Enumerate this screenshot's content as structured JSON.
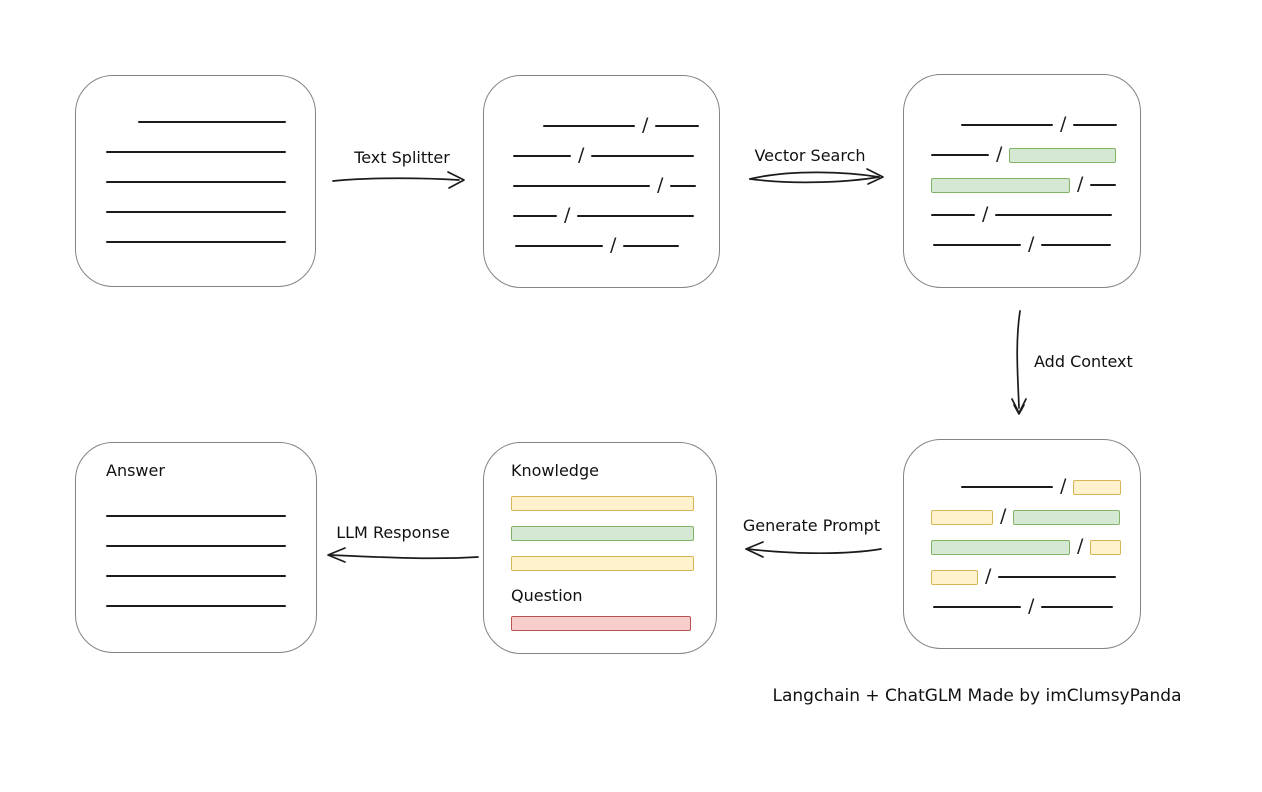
{
  "caption": "Langchain + ChatGLM Made by imClumsyPanda",
  "separator": "/",
  "labels": {
    "text_splitter": "Text Splitter",
    "vector_search": "Vector Search",
    "add_context": "Add Context",
    "generate_prompt": "Generate Prompt",
    "llm_response": "LLM Response",
    "knowledge": "Knowledge",
    "question": "Question",
    "answer": "Answer"
  },
  "colors": {
    "ink": "#1b1b1b",
    "box_border": "#848484",
    "highlight_green_fill": "#d5e8d4",
    "highlight_green_border": "#82b366",
    "highlight_yellow_fill": "#fff2cc",
    "highlight_yellow_border": "#d6b656",
    "highlight_red_fill": "#f8cecc",
    "highlight_red_border": "#b85450"
  },
  "boxes": {
    "document": {
      "rows": [
        {
          "indent": 32,
          "segments": [
            {
              "kind": "line",
              "w": 148
            }
          ]
        },
        {
          "indent": 0,
          "segments": [
            {
              "kind": "line",
              "w": 180
            }
          ]
        },
        {
          "indent": 0,
          "segments": [
            {
              "kind": "line",
              "w": 180
            }
          ]
        },
        {
          "indent": 0,
          "segments": [
            {
              "kind": "line",
              "w": 180
            }
          ]
        },
        {
          "indent": 0,
          "segments": [
            {
              "kind": "line",
              "w": 180
            }
          ]
        }
      ]
    },
    "chunks": {
      "rows": [
        {
          "indent": 30,
          "segments": [
            {
              "kind": "line",
              "w": 92
            },
            {
              "kind": "line",
              "w": 44
            }
          ]
        },
        {
          "indent": 0,
          "segments": [
            {
              "kind": "line",
              "w": 58
            },
            {
              "kind": "line",
              "w": 103
            }
          ]
        },
        {
          "indent": 0,
          "segments": [
            {
              "kind": "line",
              "w": 137
            },
            {
              "kind": "line",
              "w": 26
            }
          ]
        },
        {
          "indent": 0,
          "segments": [
            {
              "kind": "line",
              "w": 44
            },
            {
              "kind": "line",
              "w": 117
            }
          ]
        },
        {
          "indent": 2,
          "segments": [
            {
              "kind": "line",
              "w": 88
            },
            {
              "kind": "line",
              "w": 56
            }
          ]
        }
      ]
    },
    "search_result": {
      "rows": [
        {
          "indent": 30,
          "segments": [
            {
              "kind": "line",
              "w": 92
            },
            {
              "kind": "line",
              "w": 44
            }
          ]
        },
        {
          "indent": 0,
          "segments": [
            {
              "kind": "line",
              "w": 58
            },
            {
              "kind": "green",
              "w": 107
            }
          ]
        },
        {
          "indent": 0,
          "segments": [
            {
              "kind": "green",
              "w": 139
            },
            {
              "kind": "line",
              "w": 26
            }
          ]
        },
        {
          "indent": 0,
          "segments": [
            {
              "kind": "line",
              "w": 44
            },
            {
              "kind": "line",
              "w": 117
            }
          ]
        },
        {
          "indent": 2,
          "segments": [
            {
              "kind": "line",
              "w": 88
            },
            {
              "kind": "line",
              "w": 70
            }
          ]
        }
      ]
    },
    "context": {
      "rows": [
        {
          "indent": 30,
          "segments": [
            {
              "kind": "line",
              "w": 92
            },
            {
              "kind": "yellow",
              "w": 48
            }
          ]
        },
        {
          "indent": 0,
          "segments": [
            {
              "kind": "yellow",
              "w": 62
            },
            {
              "kind": "green",
              "w": 107
            }
          ]
        },
        {
          "indent": 0,
          "segments": [
            {
              "kind": "green",
              "w": 139
            },
            {
              "kind": "yellow",
              "w": 31
            }
          ]
        },
        {
          "indent": 0,
          "segments": [
            {
              "kind": "yellow",
              "w": 47
            },
            {
              "kind": "line",
              "w": 118
            }
          ]
        },
        {
          "indent": 2,
          "segments": [
            {
              "kind": "line",
              "w": 88
            },
            {
              "kind": "line",
              "w": 72
            }
          ]
        }
      ]
    },
    "prompt": {
      "knowledge_bars": {
        "rows": [
          {
            "indent": 0,
            "segments": [
              {
                "kind": "yellow",
                "w": 183
              }
            ]
          },
          {
            "indent": 0,
            "segments": [
              {
                "kind": "green",
                "w": 183
              }
            ]
          },
          {
            "indent": 0,
            "segments": [
              {
                "kind": "yellow",
                "w": 183
              }
            ]
          }
        ]
      },
      "question_bars": {
        "rows": [
          {
            "indent": 0,
            "segments": [
              {
                "kind": "red",
                "w": 180
              }
            ]
          }
        ]
      }
    },
    "answer": {
      "rows": [
        {
          "indent": 0,
          "segments": [
            {
              "kind": "line",
              "w": 180
            }
          ]
        },
        {
          "indent": 0,
          "segments": [
            {
              "kind": "line",
              "w": 180
            }
          ]
        },
        {
          "indent": 0,
          "segments": [
            {
              "kind": "line",
              "w": 180
            }
          ]
        },
        {
          "indent": 0,
          "segments": [
            {
              "kind": "line",
              "w": 180
            }
          ]
        }
      ]
    }
  }
}
